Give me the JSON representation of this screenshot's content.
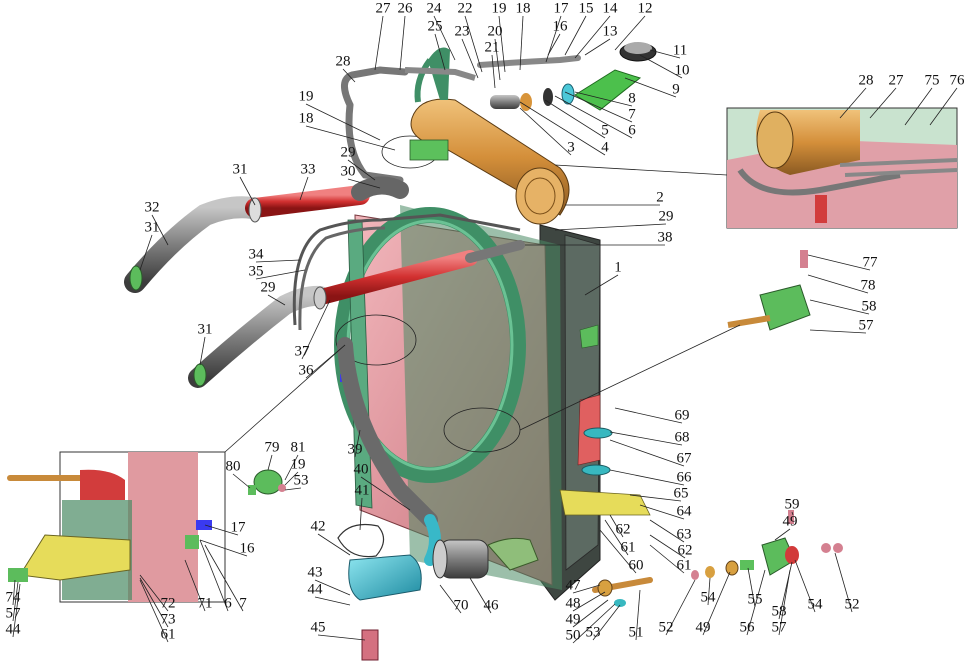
{
  "callouts": {
    "c1": "1",
    "c2": "2",
    "c3": "3",
    "c4": "4",
    "c5": "5",
    "c6": "6",
    "c7": "7",
    "c8": "8",
    "c9": "9",
    "c10": "10",
    "c11": "11",
    "c12": "12",
    "c13": "13",
    "c14": "14",
    "c15": "15",
    "c16": "16",
    "c17": "17",
    "c18": "18",
    "c19": "19",
    "c20": "20",
    "c21": "21",
    "c22": "22",
    "c23": "23",
    "c24": "24",
    "c25": "25",
    "c26": "26",
    "c27": "27",
    "c28": "28",
    "c29": "29",
    "c30": "30",
    "c31": "31",
    "c32": "32",
    "c33": "33",
    "c34": "34",
    "c35": "35",
    "c36": "36",
    "c37": "37",
    "c38": "38",
    "c39": "39",
    "c40": "40",
    "c41": "41",
    "c42": "42",
    "c43": "43",
    "c44": "44",
    "c45": "45",
    "c46": "46",
    "c47": "47",
    "c48": "48",
    "c49": "49",
    "c50": "50",
    "c51": "51",
    "c52": "52",
    "c53": "53",
    "c54": "54",
    "c55": "55",
    "c56": "56",
    "c57": "57",
    "c58": "58",
    "c59": "59",
    "c60": "60",
    "c61": "61",
    "c62": "62",
    "c63": "63",
    "c64": "64",
    "c65": "65",
    "c66": "66",
    "c67": "67",
    "c68": "68",
    "c69": "69",
    "c70": "70",
    "c71": "71",
    "c72": "72",
    "c73": "73",
    "c74": "74",
    "c75": "75",
    "c76": "76",
    "c77": "77",
    "c78": "78",
    "c79": "79",
    "c80": "80",
    "c81": "81"
  },
  "colors": {
    "shroud_pink": "#e59aa0",
    "fan_ring_green": "#4a9a72",
    "radiator_dark": "#4f5a55",
    "tank_orange": "#d89a4a",
    "hose_red": "#d23c3c",
    "hose_gray": "#8a8a8a",
    "pump_cyan": "#38b8c8",
    "bracket_yellow": "#e8e060",
    "filler_green": "#4cc04c",
    "inset_background": "#c9e3cf"
  }
}
